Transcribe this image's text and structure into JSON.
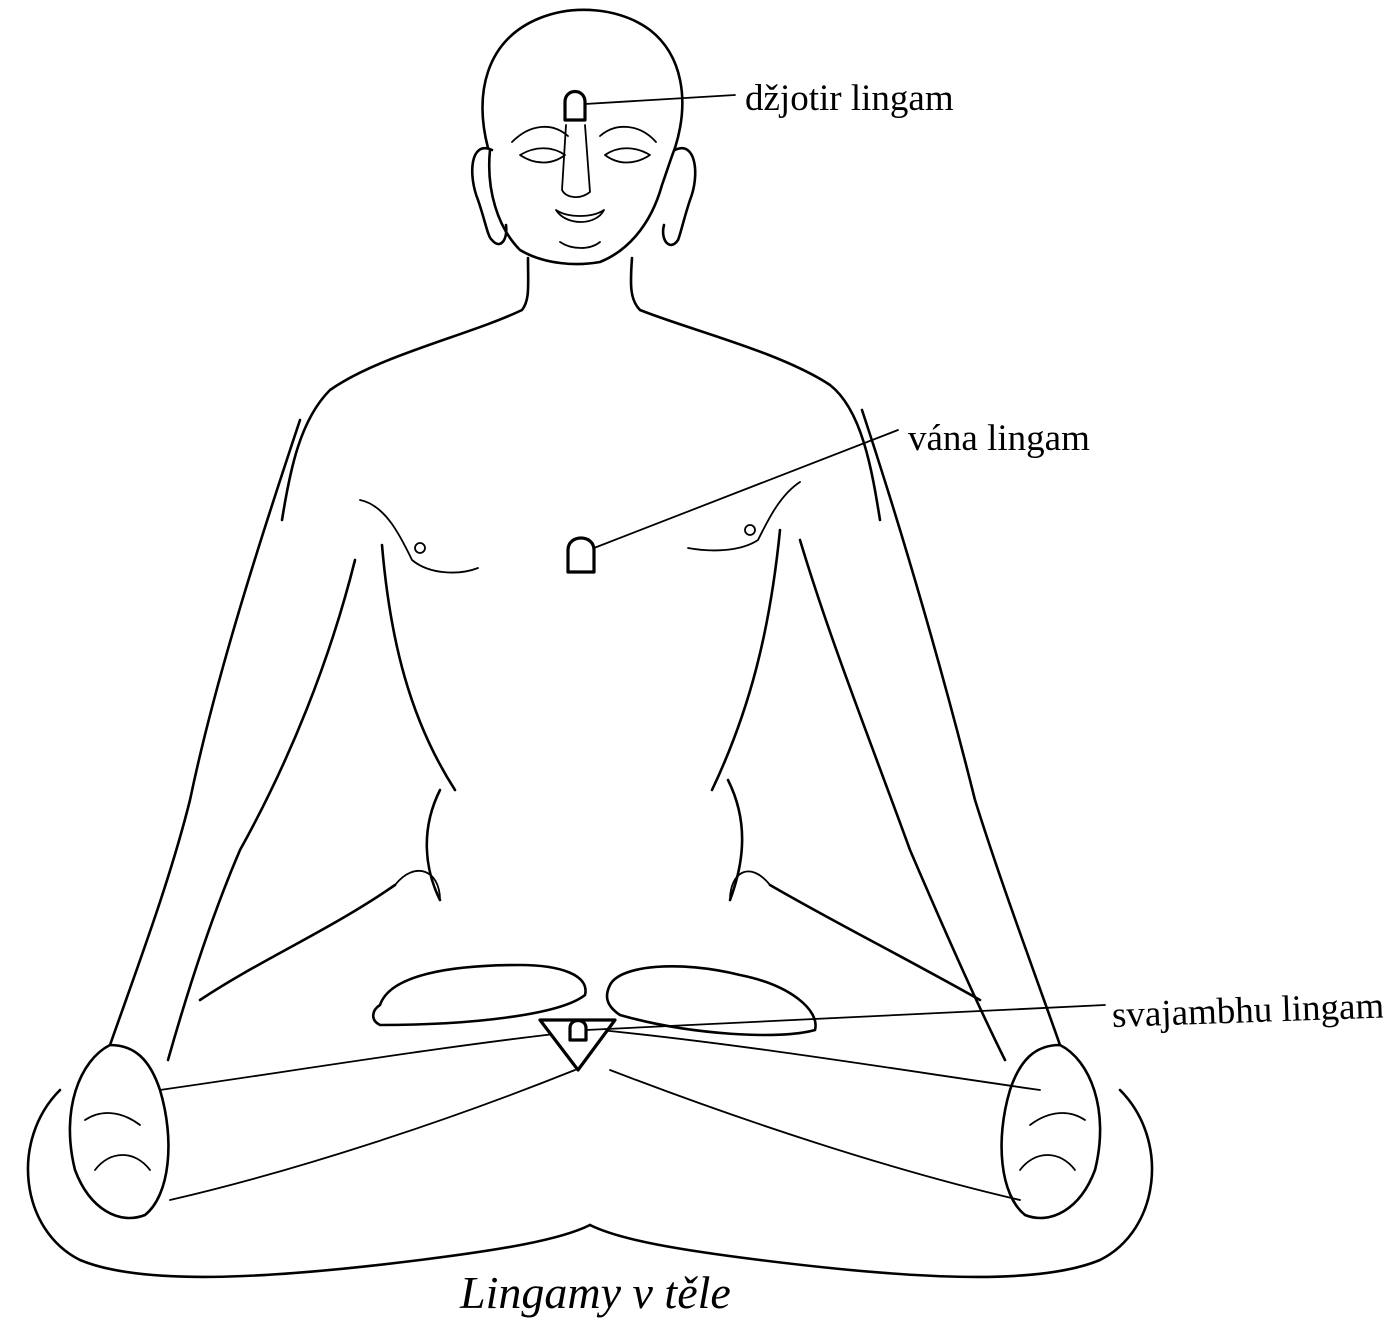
{
  "diagram": {
    "labels": {
      "djotir": "džjotir lingam",
      "vana": "vána lingam",
      "svajambhu": "svajambhu lingam"
    },
    "caption": "Lingamy v těle"
  }
}
